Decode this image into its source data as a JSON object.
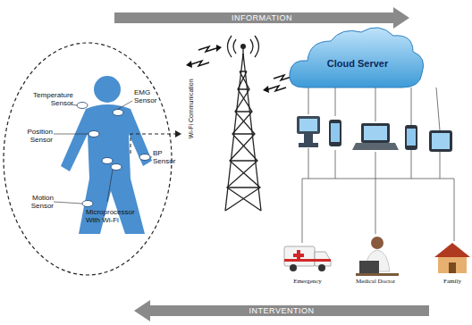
{
  "diagram": {
    "nodes": [
      {
        "text": [
          "INFORMATION"
        ]
      },
      {
        "text": [
          "Cloud Server"
        ]
      },
      {
        "text": [
          "INTERVENTION"
        ]
      }
    ],
    "labels": [
      "Temperature Sensor",
      "EMG Sensor",
      "Position Sensor",
      "BP Sensor",
      "Motion Sensor",
      "Microprocessor With Wi-Fi",
      "Wi-Fi Communication",
      "Emergency",
      "Medical Doctor",
      "Family"
    ]
  }
}
